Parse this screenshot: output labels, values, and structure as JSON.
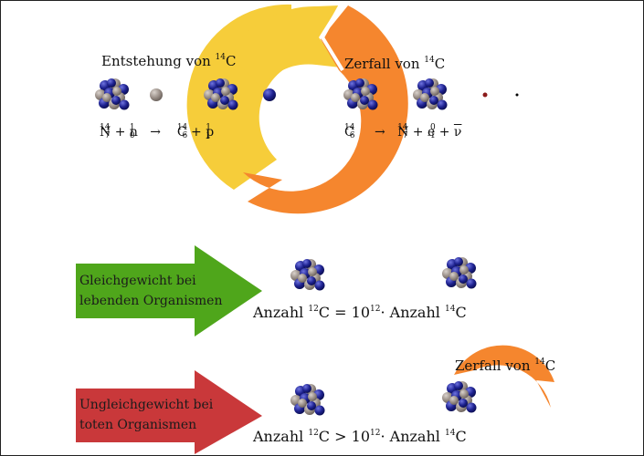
{
  "top": {
    "entstehung_title": "Entstehung von",
    "entstehung_iso": "14",
    "entstehung_elem": "C",
    "zerfall_title": "Zerfall von",
    "zerfall_iso": "14",
    "zerfall_elem": "C"
  },
  "eq_left": {
    "t1_mass": "14",
    "t1_z": "7",
    "t1_sym": "N",
    "plus1": "+",
    "t2_mass": "1",
    "t2_z": "0",
    "t2_sym": "n",
    "arrow": "→",
    "t3_mass": "14",
    "t3_z": "6",
    "t3_sym": "C",
    "plus2": "+",
    "t4_mass": "1",
    "t4_z": "1",
    "t4_sym": "p"
  },
  "eq_right": {
    "t1_mass": "14",
    "t1_z": "6",
    "t1_sym": "C",
    "arrow": "→",
    "t2_mass": "14",
    "t2_z": "7",
    "t2_sym": "N",
    "plus1": "+",
    "t3_mass": "0",
    "t3_z": "-1",
    "t3_sym": "e",
    "plus2": "+",
    "t4_sym": "ν"
  },
  "equilibrium": {
    "label_line1": "Gleichgewicht bei",
    "label_line2": "lebenden Organismen",
    "formula_prefix": "Anzahl",
    "iso12": "12",
    "elem": "C",
    "relation": "=",
    "ten": "10",
    "exp": "12",
    "dot": "·",
    "formula_suffix": "Anzahl",
    "iso14": "14"
  },
  "disequilibrium": {
    "label_line1": "Ungleichgewicht bei",
    "label_line2": "toten Organismen",
    "formula_prefix": "Anzahl",
    "iso12": "12",
    "elem": "C",
    "relation": ">",
    "ten": "10",
    "exp": "12",
    "dot": "·",
    "formula_suffix": "Anzahl",
    "iso14": "14",
    "decay_title": "Zerfall von",
    "decay_iso": "14",
    "decay_elem": "C"
  },
  "colors": {
    "yellow": "#f6cd3a",
    "orange": "#f5862e",
    "green": "#4fa61b",
    "red": "#c9383a",
    "proton": "#1e2290",
    "neutron": "#9b9089"
  }
}
